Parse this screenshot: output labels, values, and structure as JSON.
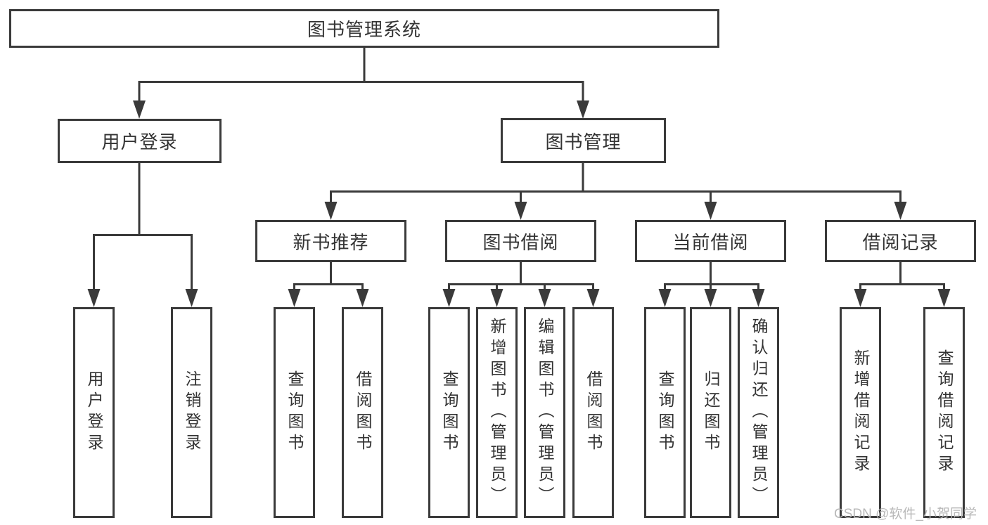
{
  "diagram": {
    "root": {
      "label": "图书管理系统"
    },
    "branches": [
      {
        "label": "用户登录",
        "leaves": [
          {
            "label": "用户登录"
          },
          {
            "label": "注销登录"
          }
        ]
      },
      {
        "label": "图书管理",
        "groups": [
          {
            "label": "新书推荐",
            "leaves": [
              {
                "label": "查询图书"
              },
              {
                "label": "借阅图书"
              }
            ]
          },
          {
            "label": "图书借阅",
            "leaves": [
              {
                "label": "查询图书"
              },
              {
                "label": "新增图书（管理员）"
              },
              {
                "label": "编辑图书（管理员）"
              },
              {
                "label": "借阅图书"
              }
            ]
          },
          {
            "label": "当前借阅",
            "leaves": [
              {
                "label": "查询图书"
              },
              {
                "label": "归还图书"
              },
              {
                "label": "确认归还（管理员）"
              }
            ]
          },
          {
            "label": "借阅记录",
            "leaves": [
              {
                "label": "新增借阅记录"
              },
              {
                "label": "查询借阅记录"
              }
            ]
          }
        ]
      }
    ]
  },
  "watermark": {
    "text": "CSDN @软件_小贺同学"
  },
  "colors": {
    "line": "#3a3a3a",
    "text": "#333333",
    "watermark": "#b5b5b5",
    "background": "#ffffff"
  }
}
